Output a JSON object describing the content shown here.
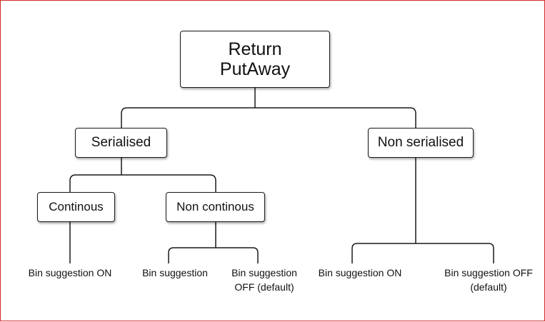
{
  "diagram": {
    "root": {
      "line1": "Return",
      "line2": "PutAway"
    },
    "serialised": {
      "label": "Serialised"
    },
    "non_serialised": {
      "label": "Non serialised"
    },
    "continuous": {
      "label": "Continous"
    },
    "non_continuous": {
      "label": "Non continous"
    },
    "leaves": {
      "continuous_on": {
        "label": "Bin suggestion ON"
      },
      "non_continuous_on": {
        "label": "Bin suggestion"
      },
      "non_continuous_off": {
        "line1": "Bin suggestion",
        "line2": "OFF (default)"
      },
      "non_serialised_on": {
        "label": "Bin suggestion ON"
      },
      "non_serialised_off": {
        "line1": "Bin suggestion OFF",
        "line2": "(default)"
      }
    }
  },
  "colors": {
    "line": "#1a1a1a",
    "frame_border": "#d22b2b",
    "background": "#ffffff"
  }
}
